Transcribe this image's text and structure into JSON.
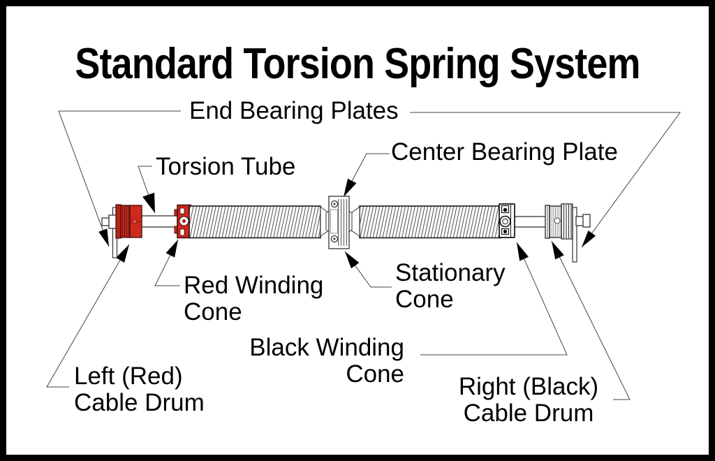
{
  "title": "Standard Torsion Spring System",
  "labels": {
    "end_bearing_plates": {
      "line1": "End Bearing Plates"
    },
    "torsion_tube": {
      "line1": "Torsion Tube"
    },
    "center_bearing_plate": {
      "line1": "Center Bearing Plate"
    },
    "red_winding_cone": {
      "line1": "Red Winding",
      "line2": "Cone"
    },
    "stationary_cone": {
      "line1": "Stationary",
      "line2": "Cone"
    },
    "black_winding_cone": {
      "line1": "Black Winding",
      "line2": "Cone"
    },
    "left_cable_drum": {
      "line1": "Left (Red)",
      "line2": "Cable Drum"
    },
    "right_cable_drum": {
      "line1": "Right (Black)",
      "line2": "Cable Drum"
    }
  },
  "colors": {
    "drum_red": "#cd2a1c",
    "drum_red_dark": "#a02014",
    "part_outline": "#1a1a1a",
    "leader_line": "#444444",
    "background": "#ffffff",
    "border": "#000000"
  }
}
